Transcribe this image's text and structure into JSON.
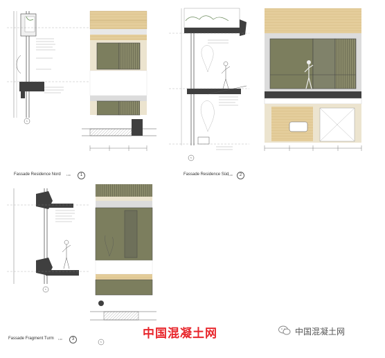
{
  "panels": {
    "nord": {
      "title": "Fassade Residence Nord",
      "scale": "1:20",
      "number": "1"
    },
    "sued": {
      "title": "Fassade Residence Süd",
      "scale": "1:20",
      "number": "2"
    },
    "turm": {
      "title": "Fassade Fragment Turm",
      "scale": "1:20",
      "number": "3"
    }
  },
  "section_marks": [
    "5",
    "5",
    "5",
    "5"
  ],
  "watermark": {
    "red_text": "中国混凝土网",
    "gray_text": "中国混凝土网",
    "icon": "wechat-icon"
  },
  "colors": {
    "wood": "#e4cd9b",
    "glass": "#7c7e5e",
    "concrete": "#3f3f3f",
    "line": "#555555",
    "shade": "#dcdcdc"
  }
}
